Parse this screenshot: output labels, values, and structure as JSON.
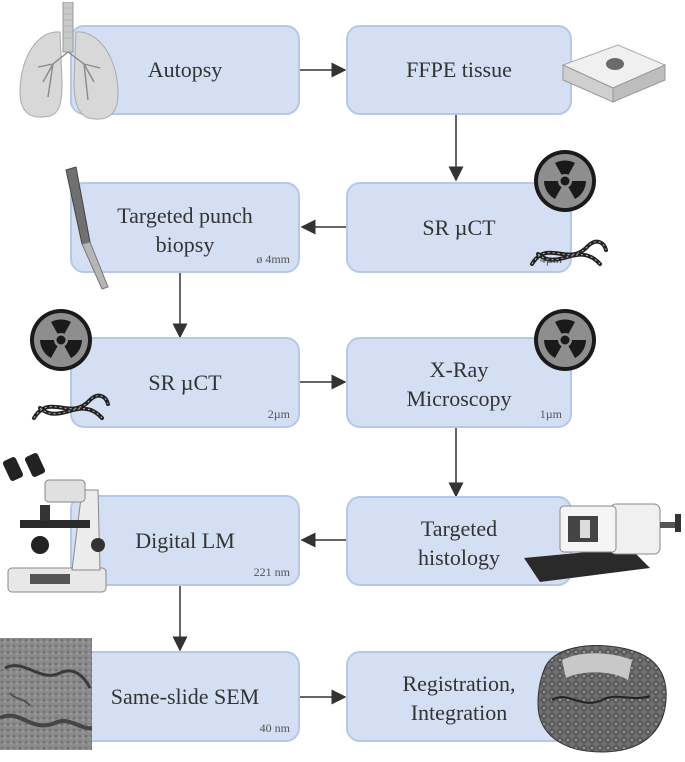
{
  "steps": {
    "autopsy": {
      "label": "Autopsy"
    },
    "ffpe": {
      "label": "FFPE tissue"
    },
    "punch": {
      "label_line1": "Targeted punch",
      "label_line2": "biopsy",
      "res": "ø 4mm"
    },
    "srct1": {
      "label": "SR µCT",
      "res": "4µm"
    },
    "srct2": {
      "label": "SR µCT",
      "res": "2µm"
    },
    "xray": {
      "label_line1": "X-Ray",
      "label_line2": "Microscopy",
      "res": "1µm"
    },
    "histology": {
      "label_line1": "Targeted",
      "label_line2": "histology"
    },
    "lm": {
      "label": "Digital LM",
      "res": "221 nm"
    },
    "sem": {
      "label": "Same-slide SEM",
      "res": "40 nm"
    },
    "registration": {
      "label_line1": "Registration,",
      "label_line2": "Integration"
    }
  },
  "icons": [
    "lungs-icon",
    "tissue-block-icon",
    "punch-tool-icon",
    "radiation-icon",
    "sample-rod-icon",
    "microscope-icon",
    "microtome-icon",
    "sem-image-icon",
    "3d-render-icon"
  ],
  "colors": {
    "box_fill": "#d4dff3",
    "box_border": "#b6c8e8",
    "arrow": "#333333"
  }
}
